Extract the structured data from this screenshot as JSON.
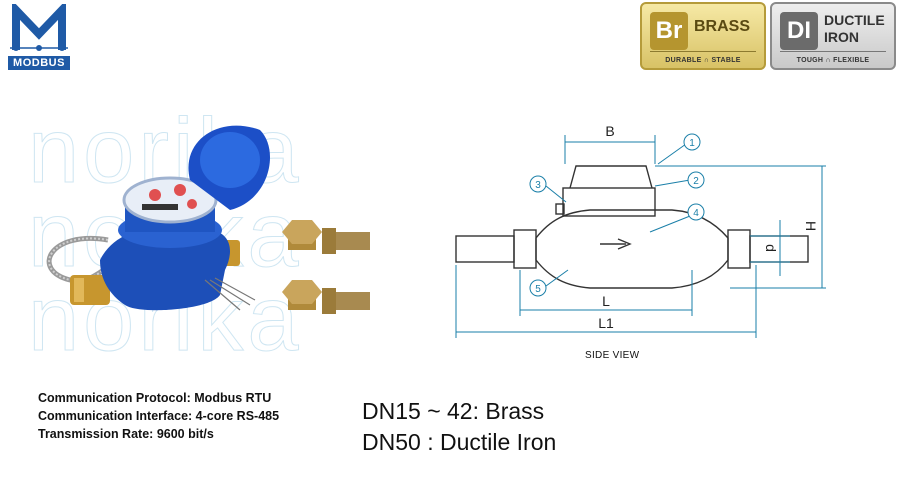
{
  "logo": {
    "text": "MODBUS",
    "icon": "modbus-logo-icon"
  },
  "badges": [
    {
      "symbol": "Br",
      "name_line1": "BRASS",
      "name_line2": "",
      "tag_left": "DURABLE",
      "tag_right": "STABLE",
      "color": "#b5952f"
    },
    {
      "symbol": "DI",
      "name_line1": "DUCTILE",
      "name_line2": "IRON",
      "tag_left": "TOUGH",
      "tag_right": "FLEXIBLE",
      "color": "#6b6b6b"
    }
  ],
  "watermark": [
    "norika",
    "norika",
    "norika"
  ],
  "diagram": {
    "labels": {
      "b": "B",
      "h": "H",
      "d": "d",
      "l": "L",
      "l1": "L1"
    },
    "callouts": [
      "1",
      "2",
      "3",
      "4",
      "5"
    ],
    "caption": "SIDE VIEW"
  },
  "specs": [
    {
      "label": "Communication Protocol:",
      "value": "Modbus RTU"
    },
    {
      "label": "Communication Interface:",
      "value": "4-core RS-485"
    },
    {
      "label": "Transmission Rate:",
      "value": "9600 bit/s"
    }
  ],
  "materials": [
    "DN15 ~ 42: Brass",
    "DN50 : Ductile Iron"
  ]
}
